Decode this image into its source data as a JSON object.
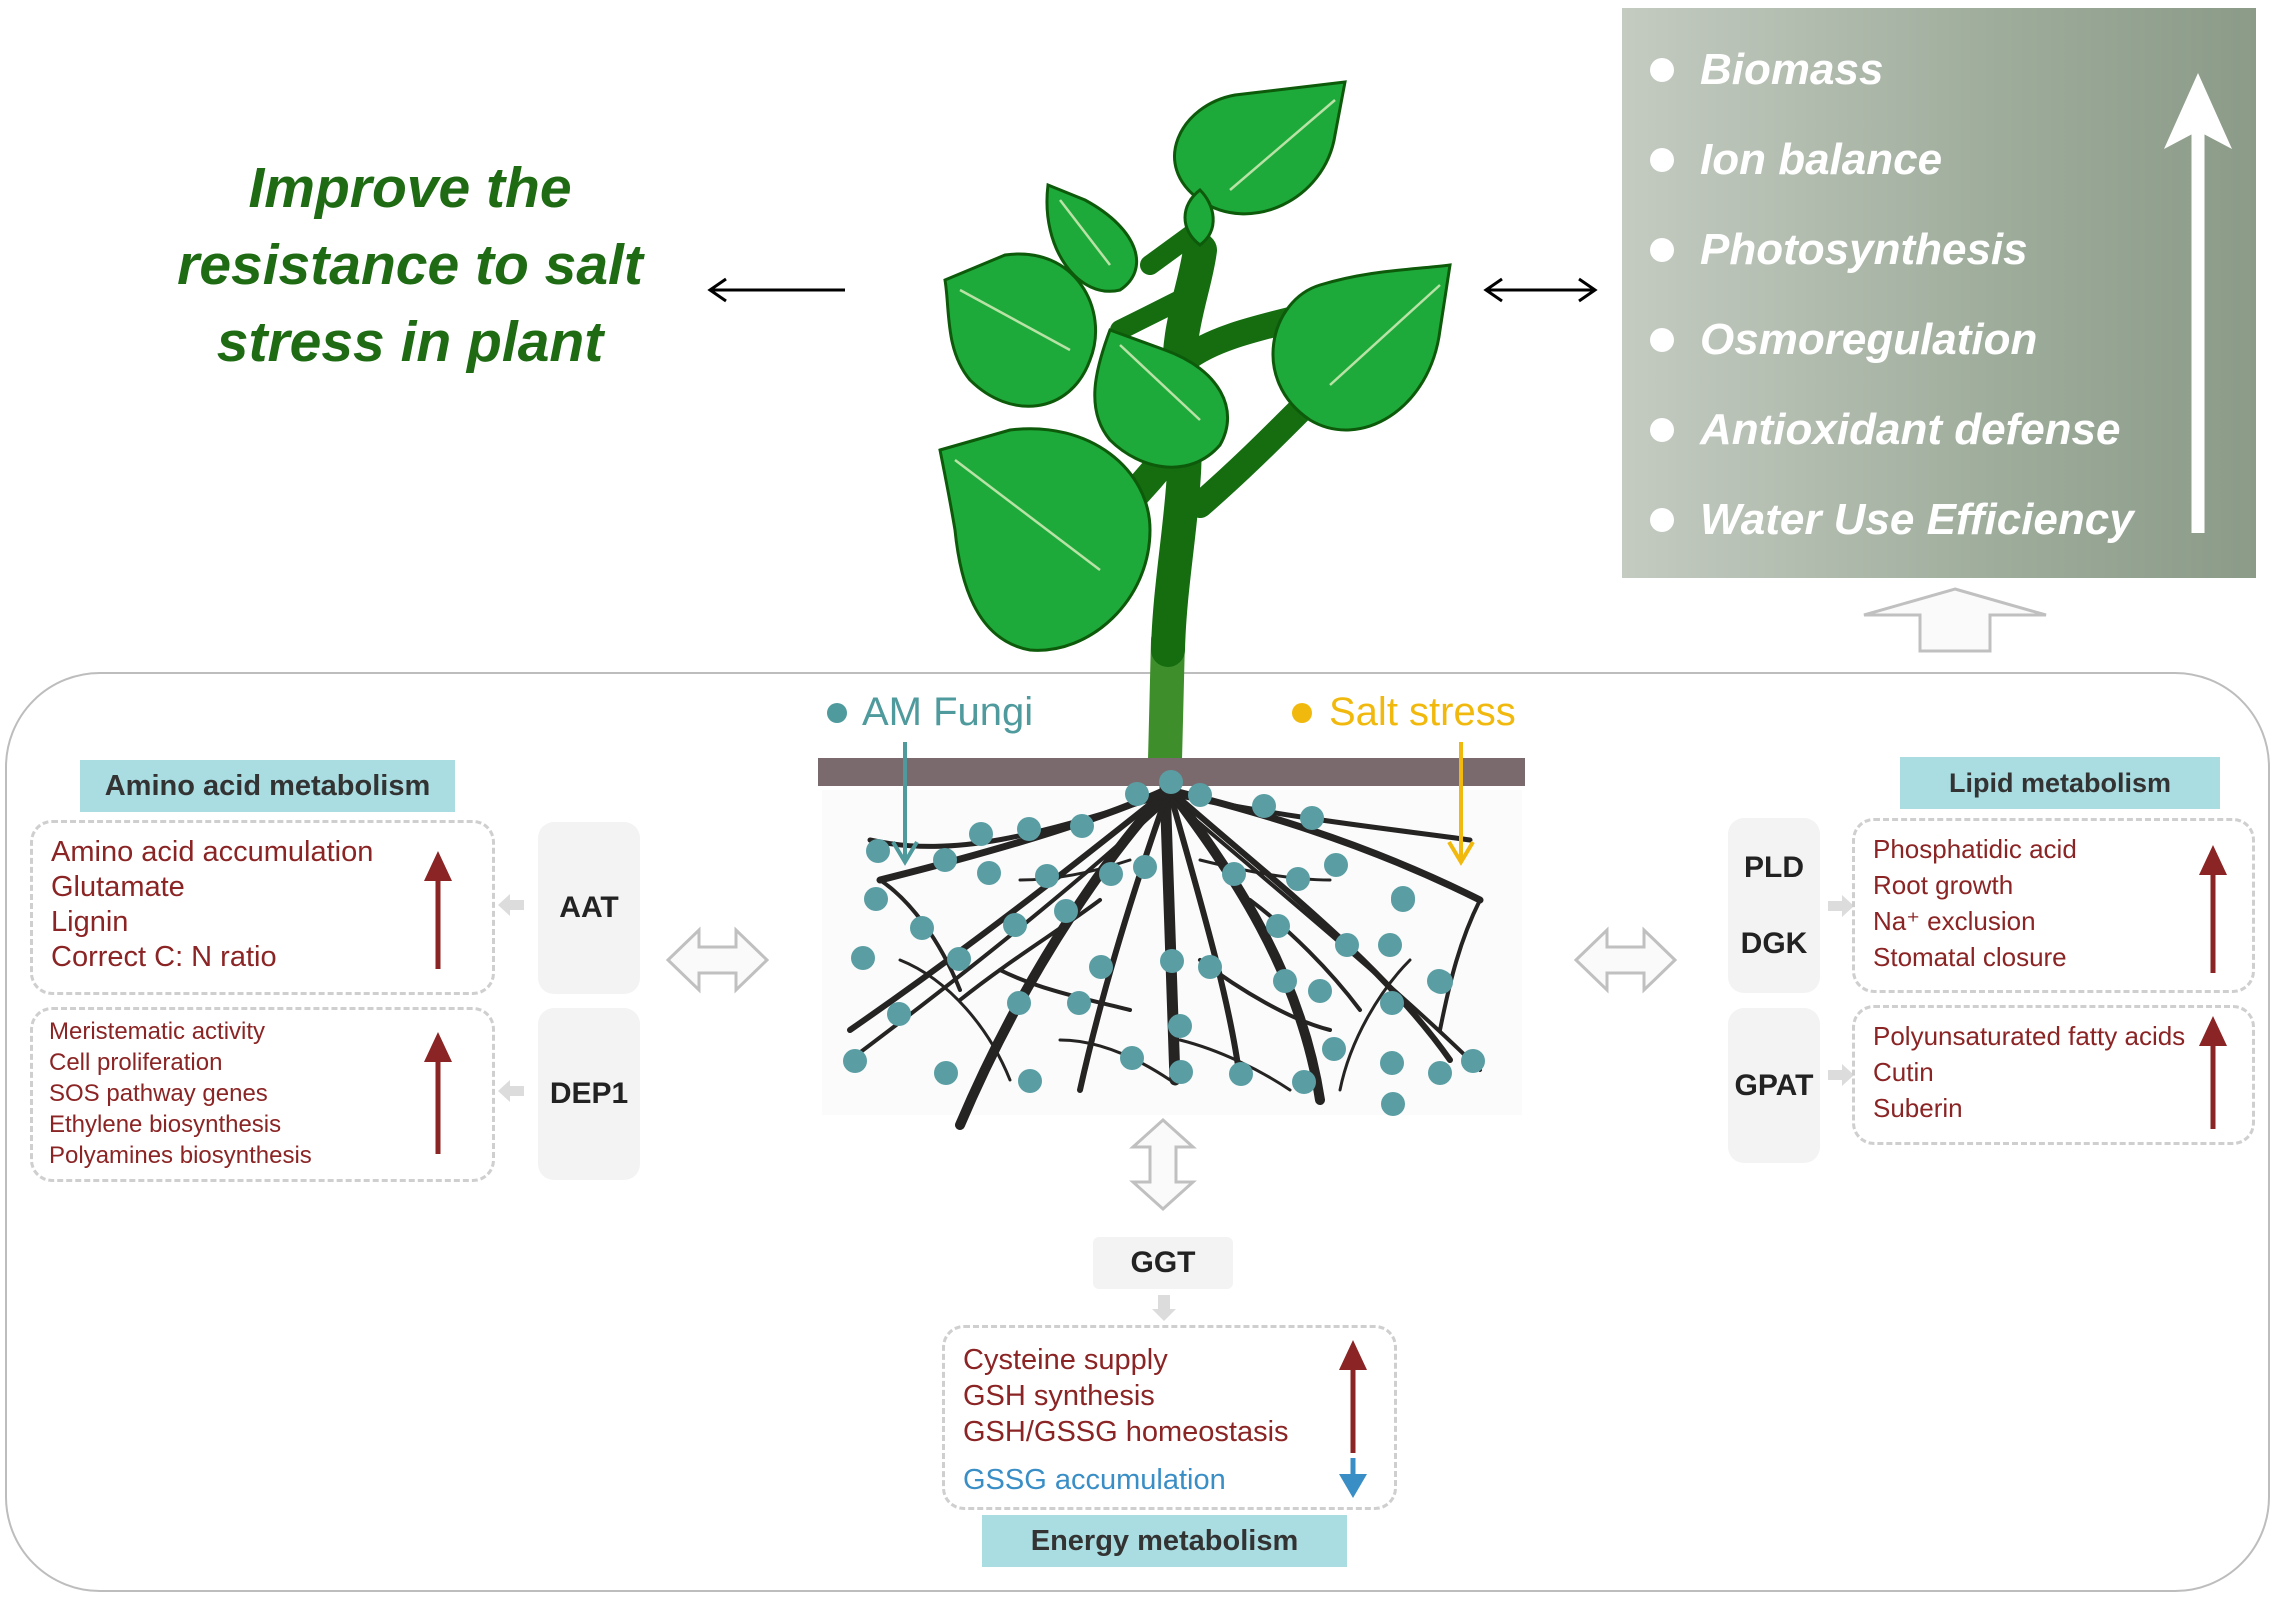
{
  "title_lines": [
    "Improve the",
    "resistance to salt",
    "stress in plant"
  ],
  "benefits": [
    "Biomass",
    "Ion balance",
    "Photosynthesis",
    "Osmoregulation",
    "Antioxidant defense",
    "Water Use Efficiency"
  ],
  "agents": {
    "fungi": "AM Fungi",
    "salt": "Salt stress"
  },
  "amino": {
    "header": "Amino acid metabolism",
    "aat": {
      "label": "AAT",
      "items": [
        "Amino acid accumulation",
        "Glutamate",
        "Lignin",
        "Correct C: N ratio"
      ]
    },
    "dep1": {
      "label": "DEP1",
      "items": [
        "Meristematic activity",
        "Cell proliferation",
        "SOS pathway  genes",
        "Ethylene  biosynthesis",
        "Polyamines biosynthesis"
      ]
    }
  },
  "lipid": {
    "header": "Lipid metabolism",
    "pld": "PLD",
    "dgk": "DGK",
    "pld_items": [
      "Phosphatidic acid",
      "Root growth",
      "Na⁺ exclusion",
      "Stomatal closure"
    ],
    "gpat": {
      "label": "GPAT",
      "items": [
        "Polyunsaturated fatty acids",
        "Cutin",
        "Suberin"
      ]
    }
  },
  "energy": {
    "header": "Energy metabolism",
    "ggt": "GGT",
    "items": [
      "Cysteine  supply",
      "GSH synthesis",
      "GSH/GSSG homeostasis"
    ],
    "down_item": "GSSG accumulation"
  },
  "colors": {
    "title_green": "#1e6b14",
    "increase_arrow": "#8b2424",
    "decrease_arrow": "#3a8ec6",
    "fungi": "#4f9a9d",
    "salt": "#f1b90e",
    "header_fill": "#a9dde2"
  }
}
